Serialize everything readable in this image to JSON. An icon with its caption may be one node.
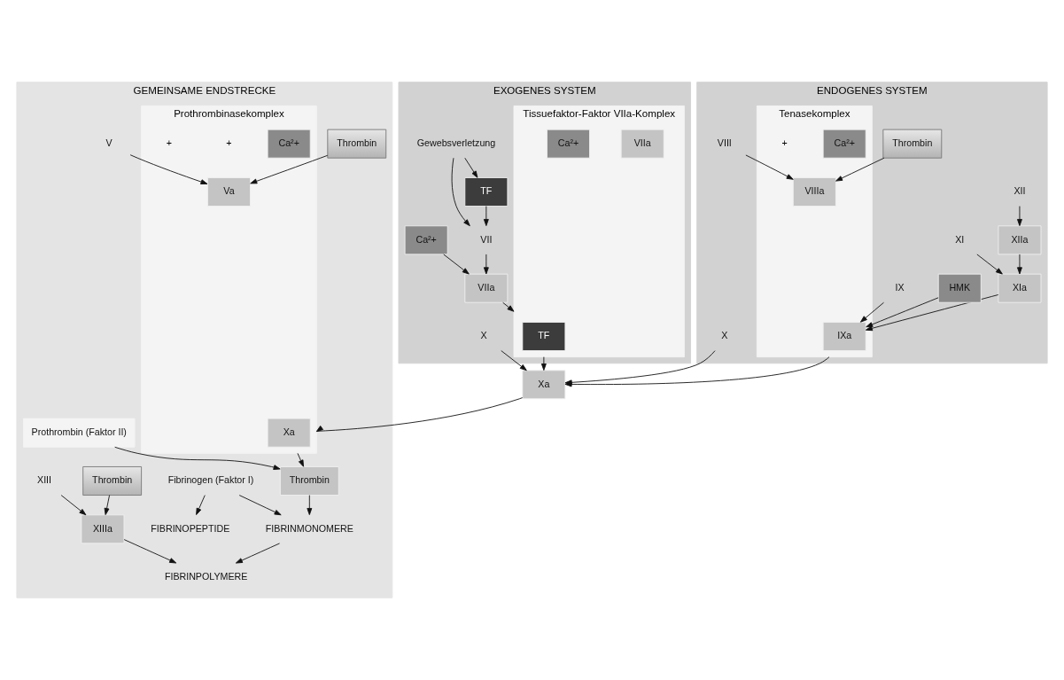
{
  "diagram": {
    "nodes": [
      {
        "text": [
          "ENDOGENES SYSTEM"
        ]
      },
      {
        "text": [
          "EXOGENES SYSTEM"
        ]
      },
      {
        "text": [
          "GEMEINSAME ENDSTRECKE"
        ]
      },
      {
        "text": [
          "XII"
        ],
        "in": 0
      },
      {
        "text": [
          "XIIa"
        ],
        "in": 0
      },
      {
        "text": [
          "XI"
        ],
        "in": 0
      },
      {
        "text": [
          "XIa"
        ],
        "in": 0
      },
      {
        "text": [
          "HMK"
        ],
        "in": 0
      },
      {
        "text": [
          "IX"
        ],
        "in": 0
      },
      {
        "text": [
          "Thrombin"
        ],
        "in": 0
      },
      {
        "text": [
          "VIII"
        ],
        "in": 0
      },
      {
        "text": [
          "Tenasekomplex"
        ],
        "in": 0
      },
      {
        "text": [
          "IXa"
        ],
        "in": 11
      },
      {
        "text": [
          "Ca²+"
        ],
        "in": 11
      },
      {
        "text": [
          "VIIIa"
        ],
        "in": 11
      },
      {
        "text": [
          "X"
        ],
        "in": 0
      },
      {
        "text": [
          "Gewebsverletzung"
        ],
        "in": 1
      },
      {
        "text": [
          "Ca²+"
        ],
        "in": 1
      },
      {
        "text": [
          "TF"
        ],
        "in": 1
      },
      {
        "text": [
          "VIIa"
        ],
        "in": 1
      },
      {
        "text": [
          "VII"
        ],
        "in": 1
      },
      {
        "text": [
          "Tissuefaktor-Faktor VIIa-Komplex"
        ],
        "in": 1
      },
      {
        "text": [
          "TF"
        ],
        "in": 21
      },
      {
        "text": [
          "VIIa"
        ],
        "in": 21
      },
      {
        "text": [
          "Ca²+"
        ],
        "in": 21
      },
      {
        "text": [
          "X"
        ],
        "in": 1
      },
      {
        "text": [
          "Xa"
        ]
      },
      {
        "text": [
          "Prothrombinasekomplex"
        ],
        "in": 2
      },
      {
        "text": [
          "Xa"
        ],
        "in": 27
      },
      {
        "text": [
          "Ca²+"
        ],
        "in": 27
      },
      {
        "text": [
          "Va"
        ],
        "in": 27
      },
      {
        "text": [
          "Thrombin"
        ],
        "in": 2
      },
      {
        "text": [
          "V"
        ],
        "in": 2
      },
      {
        "text": [
          "Prothrombin (Faktor II)"
        ],
        "in": 2
      },
      {
        "text": [
          "Thrombin"
        ],
        "in": 2
      },
      {
        "text": [
          "FIBRINOPEPTIDE"
        ],
        "in": 2
      },
      {
        "text": [
          "Fibrinogen (Faktor I)"
        ],
        "in": 2
      },
      {
        "text": [
          "FIBRINMONOMERE"
        ],
        "in": 2
      },
      {
        "text": [
          "Thrombin"
        ],
        "in": 2
      },
      {
        "text": [
          "XIII"
        ],
        "in": 2
      },
      {
        "text": [
          "XIIIa"
        ],
        "in": 2
      },
      {
        "text": [
          "FIBRINPOLYMERE"
        ],
        "in": 2
      }
    ],
    "edges": [
      {
        "from": 3,
        "to": 4,
        "arrow": "to"
      },
      {
        "from": 4,
        "to": 6,
        "arrow": "to"
      },
      {
        "from": 5,
        "to": 6,
        "arrow": "to"
      },
      {
        "from": 6,
        "to": 12,
        "arrow": "to"
      },
      {
        "from": 7,
        "to": 12,
        "arrow": "to"
      },
      {
        "from": 8,
        "to": 12,
        "arrow": "to"
      },
      {
        "from": 9,
        "to": 14,
        "arrow": "to"
      },
      {
        "from": 10,
        "to": 14,
        "arrow": "to"
      },
      {
        "from": 11,
        "to": 26,
        "arrow": "to"
      },
      {
        "from": 15,
        "to": 26,
        "arrow": "to"
      },
      {
        "from": 16,
        "to": 18,
        "arrow": "to"
      },
      {
        "from": 16,
        "to": 20,
        "arrow": "to"
      },
      {
        "from": 18,
        "to": 20,
        "arrow": "to"
      },
      {
        "from": 17,
        "to": 19,
        "arrow": "to"
      },
      {
        "from": 20,
        "to": 19,
        "arrow": "to"
      },
      {
        "from": 19,
        "to": 21,
        "arrow": "to"
      },
      {
        "from": 21,
        "to": 26,
        "arrow": "to"
      },
      {
        "from": 25,
        "to": 26,
        "arrow": "to"
      },
      {
        "from": 26,
        "to": 27,
        "arrow": "to"
      },
      {
        "from": 31,
        "to": 30,
        "arrow": "to"
      },
      {
        "from": 32,
        "to": 30,
        "arrow": "to"
      },
      {
        "from": 27,
        "to": 34,
        "arrow": "to"
      },
      {
        "from": 33,
        "to": 34,
        "arrow": "to"
      },
      {
        "from": 34,
        "to": 37,
        "arrow": "to"
      },
      {
        "from": 36,
        "to": 37,
        "arrow": "to"
      },
      {
        "from": 36,
        "to": 35,
        "arrow": "to"
      },
      {
        "from": 38,
        "to": 40,
        "arrow": "to"
      },
      {
        "from": 39,
        "to": 40,
        "arrow": "to"
      },
      {
        "from": 40,
        "to": 41,
        "arrow": "to"
      },
      {
        "from": 37,
        "to": 41,
        "arrow": "to"
      }
    ],
    "labels": [
      "+",
      "+",
      "+"
    ]
  }
}
